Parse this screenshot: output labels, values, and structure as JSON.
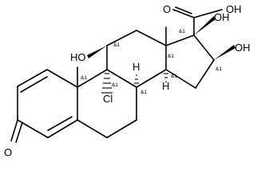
{
  "molecule": {
    "atom_labels": {
      "o_keto": "O",
      "o_ketone_c20": "O",
      "oh_c21": "OH",
      "oh_c11": "HO",
      "oh_c17": "OH",
      "oh_c16": "OH",
      "cl_c9": "Cl",
      "h_c8": "H",
      "h_c14": "H"
    },
    "stereo_tags": {
      "c11": "&1",
      "c9": "&1",
      "c10": "&1",
      "c8": "&1",
      "c13": "&1",
      "c14": "&1",
      "c17": "&1",
      "c16": "&1"
    }
  }
}
